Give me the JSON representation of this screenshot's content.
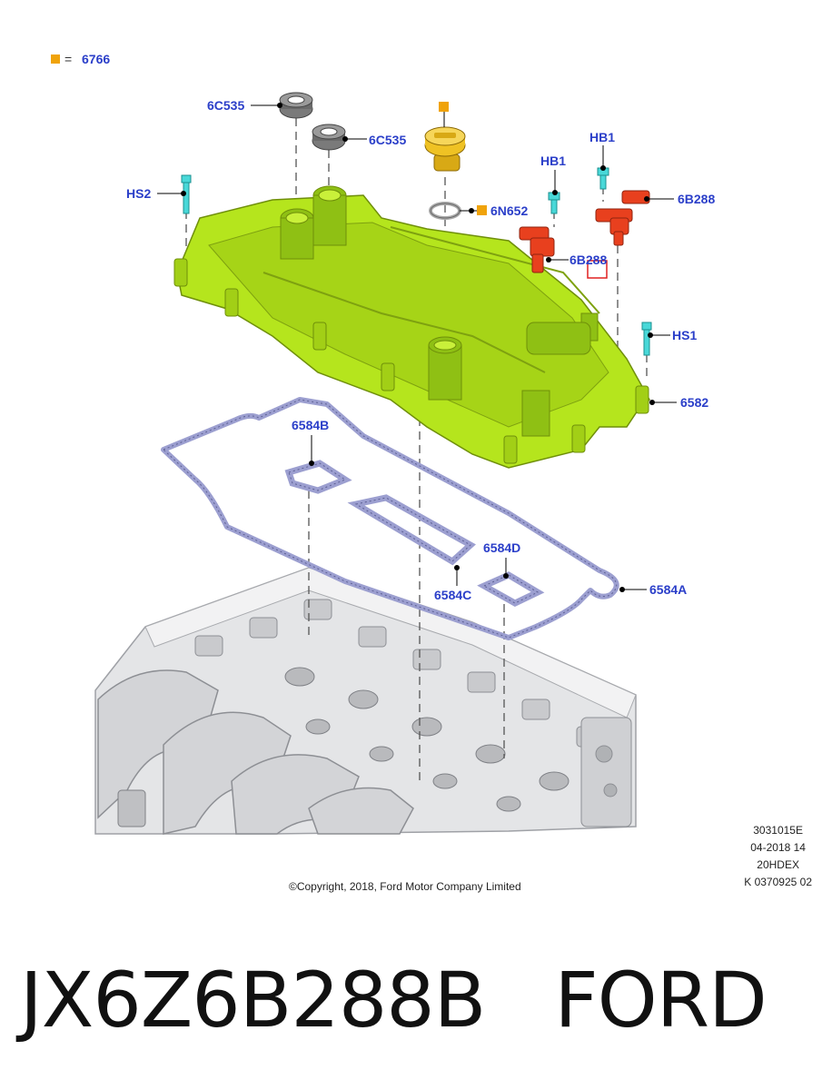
{
  "legend": {
    "symbol_color": "#f0a30a",
    "equals": "=",
    "label": "6766"
  },
  "labels": {
    "6c535_top": "6C535",
    "6c535_lower": "6C535",
    "hs2": "HS2",
    "hb1_left": "HB1",
    "hb1_right": "HB1",
    "6n652": "6N652",
    "6b288_right": "6B288",
    "6b288_left": "6B288",
    "hs1": "HS1",
    "6582": "6582",
    "6584b": "6584B",
    "6584d": "6584D",
    "6584c": "6584C",
    "6584a": "6584A"
  },
  "colors": {
    "cover": "#b5e51d",
    "cover_shade": "#8fc014",
    "sensor": "#e8401e",
    "stud": "#49d8d8",
    "gasket": "#9c9fd0",
    "cap": "#efc224",
    "seal": "#7a7a7a",
    "label": "#2b3fc9",
    "highlight_box": "#e02020",
    "engine": "#d9dadd"
  },
  "meta": {
    "line1": "3031015E",
    "line2": "04-2018 14",
    "line3": "20HDEX",
    "line4": "K 0370925 02"
  },
  "copyright": "©Copyright, 2018, Ford Motor Company Limited",
  "part_number": "JX6Z6B288B",
  "brand": "FORD"
}
